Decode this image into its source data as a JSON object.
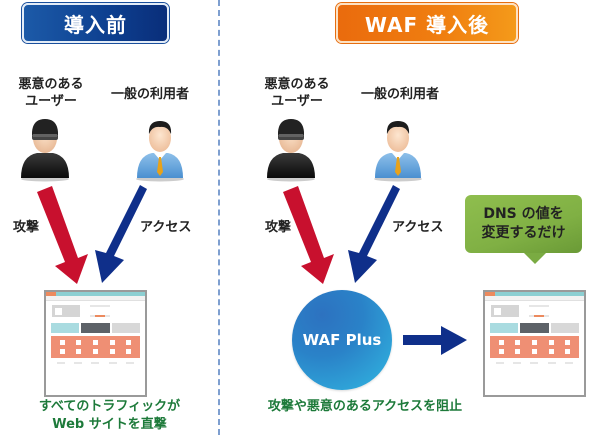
{
  "before": {
    "header": "導入前",
    "malicious_user_label": [
      "悪意のある",
      "ユーザー"
    ],
    "general_user_label": "一般の利用者",
    "attack_label": "攻撃",
    "access_label": "アクセス",
    "caption": [
      "すべてのトラフィックが",
      "Web サイトを直撃"
    ]
  },
  "after": {
    "header": "WAF 導入後",
    "malicious_user_label": [
      "悪意のある",
      "ユーザー"
    ],
    "general_user_label": "一般の利用者",
    "attack_label": "攻撃",
    "access_label": "アクセス",
    "waf_label": "WAF Plus",
    "caption": "攻撃や悪意のあるアクセスを阻止",
    "bubble": [
      "DNS の値を",
      "変更するだけ"
    ]
  },
  "icons": {
    "malicious_user": "hacker-person-icon",
    "general_user": "businessman-person-icon",
    "website": "website-mockup-icon",
    "attack_arrow": "red-arrow-icon",
    "access_arrow": "blue-arrow-icon",
    "forward_arrow": "right-arrow-icon"
  },
  "colors": {
    "before_header": "#0d3f8f",
    "after_header": "#f07f10",
    "attack_arrow": "#c8102e",
    "access_arrow": "#0f2f8a",
    "caption_green": "#1d7a3a",
    "bubble_green": "#80b044",
    "waf_circle": "#2a82c8"
  }
}
